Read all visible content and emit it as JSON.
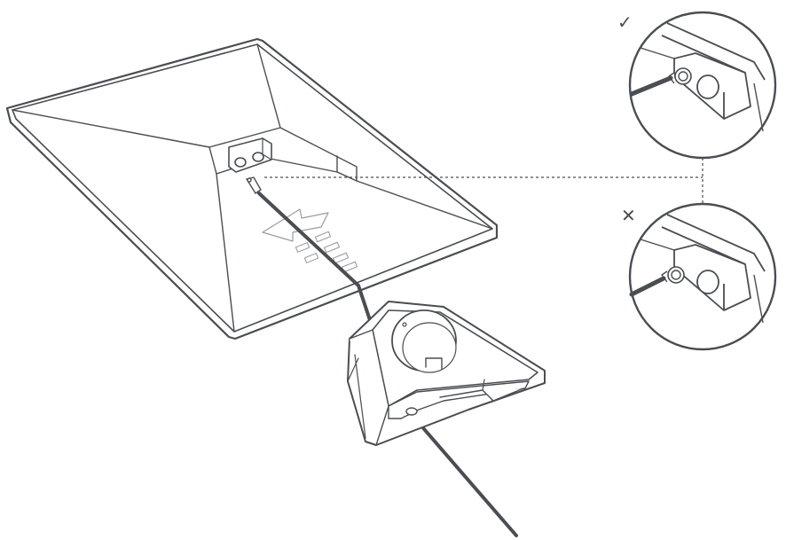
{
  "figure": {
    "correct_mark": "✓",
    "incorrect_mark": "✕"
  },
  "colors": {
    "line": "#4a4d52",
    "fill": "#ffffff",
    "cable": "#4a4d52"
  },
  "icons": [
    "monitor-back-panel",
    "monitor-stand-base",
    "power-cable",
    "connector-port",
    "checkmark-icon",
    "cross-icon"
  ]
}
